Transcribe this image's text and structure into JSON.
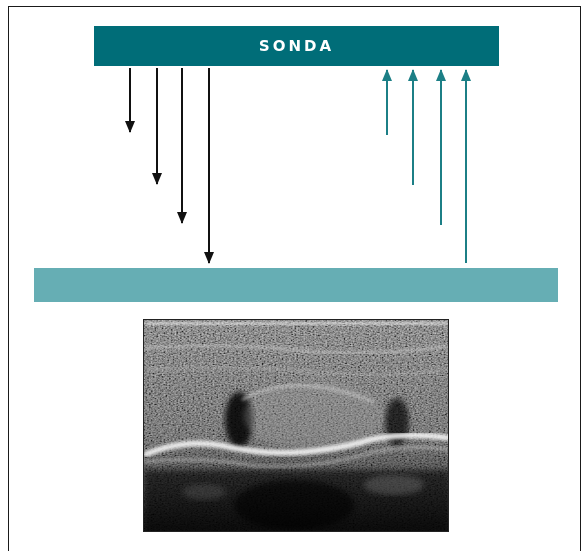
{
  "probe": {
    "label": "SONDA"
  },
  "colors": {
    "probe_fill": "#006d78",
    "tissue_fill": "#66aeb4",
    "incident_arrow": "#111111",
    "echo_arrow": "#1c7f86",
    "frame_border": "#1a1a1a"
  },
  "diagram": {
    "incident_beams": 4,
    "echo_beams": 4
  },
  "ultrasound_image": {
    "icon": "ultrasound-scan-image"
  }
}
